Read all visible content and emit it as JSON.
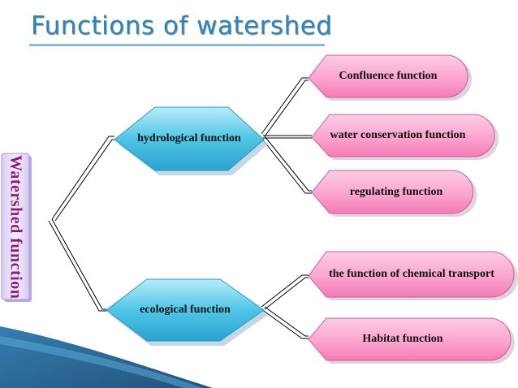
{
  "title": "Functions of watershed",
  "root": {
    "label": "Watershed function"
  },
  "branches": [
    {
      "label": "hydrological function"
    },
    {
      "label": "ecological function"
    }
  ],
  "leaves": [
    {
      "label": "Confluence function"
    },
    {
      "label": "water conservation function"
    },
    {
      "label": "regulating function"
    },
    {
      "label": "the function of chemical transport"
    },
    {
      "label": "Habitat function"
    }
  ],
  "colors": {
    "title": "#2f83b5",
    "root_text": "#8b1a7a",
    "hexagon": "#4fc6e6",
    "leaf": "#fba5cf",
    "lines": "#000000"
  }
}
